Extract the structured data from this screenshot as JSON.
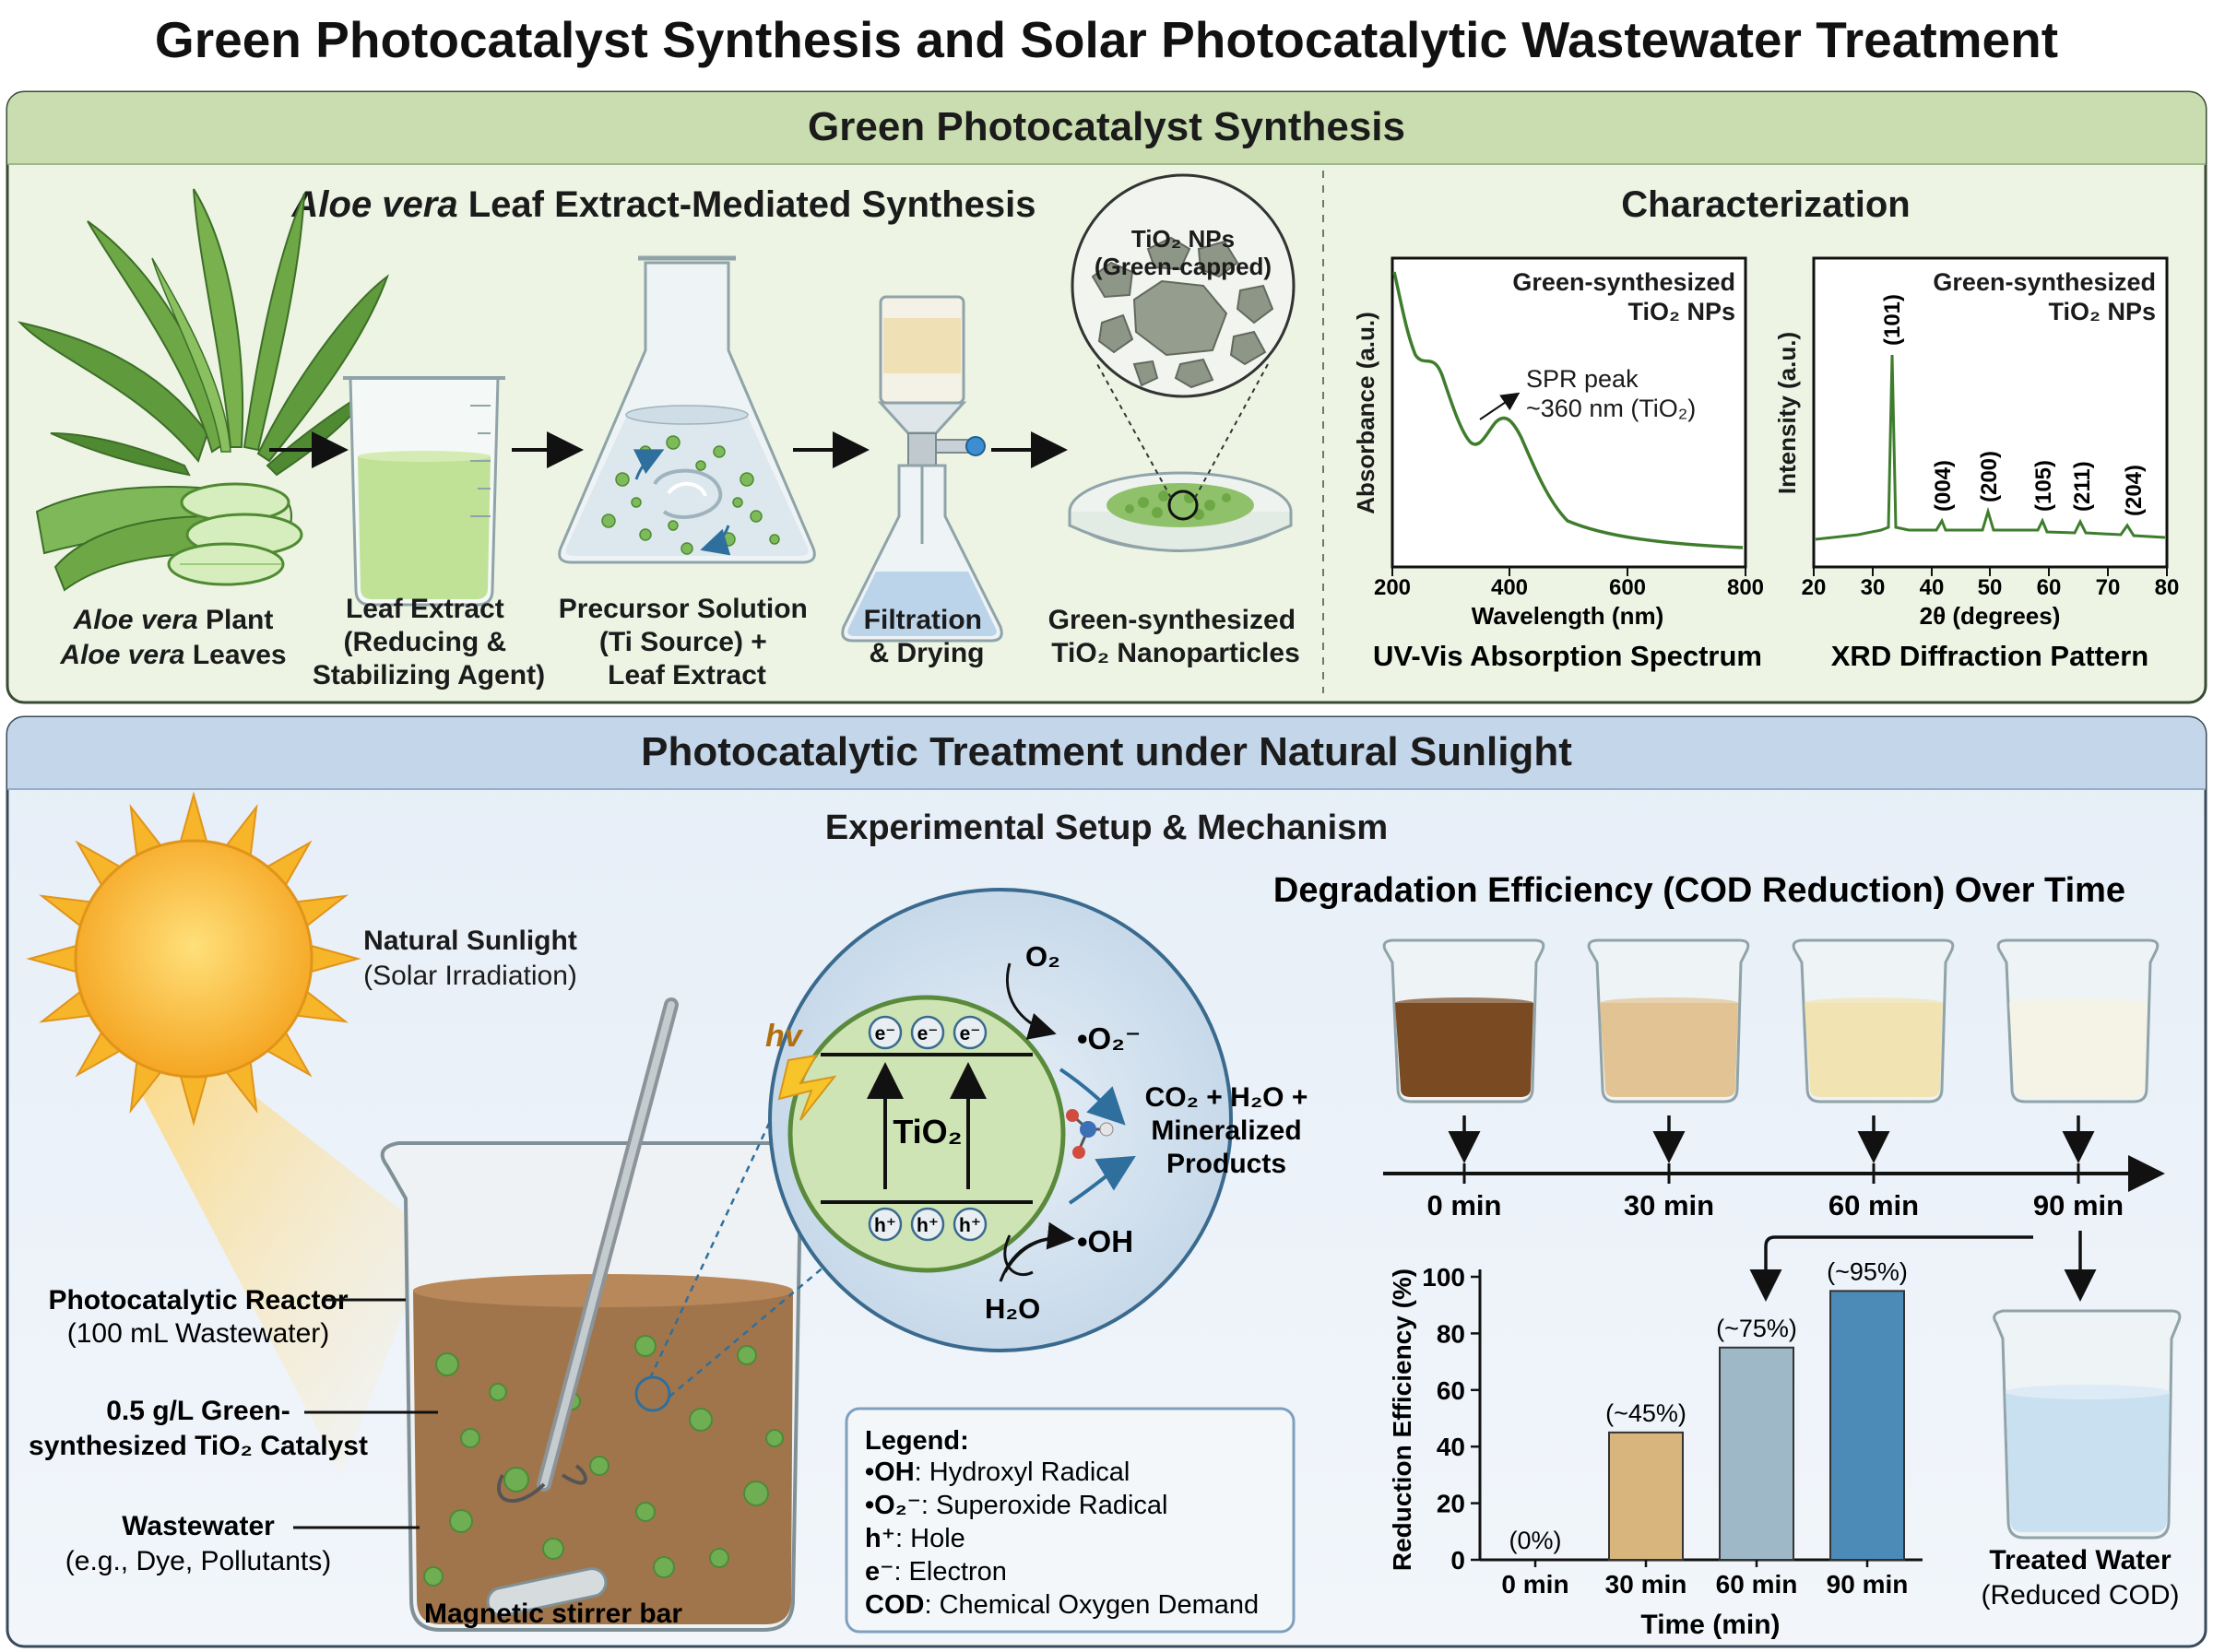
{
  "title": "Green Photocatalyst Synthesis and Solar Photocatalytic Wastewater Treatment",
  "colors": {
    "panel_green": "#e9f1df",
    "header_green": "#c9ddb0",
    "panel_blue": "#e3ecf5",
    "header_blue": "#c3d6ea",
    "curve_green": "#3e7d2c",
    "bar_30": "#d8b57c",
    "bar_60": "#9fb8c7",
    "bar_90": "#4c8ab8",
    "sun": "#f7b52a",
    "wastewater": "#8b5a2b"
  },
  "synthesis": {
    "header": "Green Photocatalyst Synthesis",
    "subtitle_italic": "Aloe vera",
    "subtitle_rest": " Leaf Extract-Mediated Synthesis",
    "steps": [
      {
        "line1_italic": "Aloe vera",
        "line1_rest": " Plant",
        "line2_italic": "Aloe vera",
        "line2_rest": " Leaves"
      },
      {
        "lines": [
          "Leaf Extract",
          "(Reducing &",
          "Stabilizing Agent)"
        ]
      },
      {
        "lines": [
          "Precursor Solution",
          "(Ti Source) +",
          "Leaf Extract"
        ]
      },
      {
        "lines": [
          "Filtration",
          "& Drying"
        ]
      },
      {
        "lines": [
          "Green-synthesized",
          "TiO₂ Nanoparticles"
        ]
      }
    ],
    "zoom_label_1": "TiO₂ NPs",
    "zoom_label_2": "(Green-capped)"
  },
  "characterization": {
    "header": "Characterization",
    "uvvis": {
      "legend_1": "Green-synthesized",
      "legend_2": "TiO₂ NPs",
      "annotation_1": "SPR peak",
      "annotation_2": "~360 nm (TiO₂)",
      "ylabel": "Absorbance (a.u.)",
      "xlabel": "Wavelength (nm)",
      "caption": "UV-Vis Absorption Spectrum",
      "xticks": [
        "200",
        "400",
        "600",
        "800"
      ]
    },
    "xrd": {
      "legend_1": "Green-synthesized",
      "legend_2": "TiO₂ NPs",
      "ylabel": "Intensity (a.u.)",
      "xlabel": "2θ (degrees)",
      "caption": "XRD Diffraction Pattern",
      "xticks": [
        "20",
        "30",
        "40",
        "50",
        "60",
        "70",
        "80"
      ],
      "peaks": [
        "(101)",
        "(004)",
        "(200)",
        "(105)",
        "(211)",
        "(204)"
      ]
    }
  },
  "treatment": {
    "header": "Photocatalytic Treatment under Natural Sunlight",
    "subtitle": "Experimental Setup & Mechanism",
    "sun_label_1": "Natural Sunlight",
    "sun_label_2": "(Solar Irradiation)",
    "reactor_1": "Photocatalytic Reactor",
    "reactor_2": "(100 mL Wastewater)",
    "catalyst_1": "0.5 g/L Green-",
    "catalyst_2": "synthesized TiO₂ Catalyst",
    "wastewater_1": "Wastewater",
    "wastewater_2": "(e.g., Dye, Pollutants)",
    "stirrer": "Magnetic stirrer bar",
    "mechanism": {
      "hv": "hv",
      "tio2": "TiO₂",
      "electron": "e⁻",
      "hole": "h⁺",
      "o2": "O₂",
      "superoxide": "•O₂⁻",
      "h2o": "H₂O",
      "oh": "•OH",
      "products_1": "CO₂ + H₂O +",
      "products_2": "Mineralized",
      "products_3": "Products"
    },
    "legend": {
      "title": "Legend:",
      "items": [
        {
          "sym": "•OH",
          "desc": ": Hydroxyl Radical"
        },
        {
          "sym": "•O₂⁻",
          "desc": ": Superoxide Radical"
        },
        {
          "sym": "h⁺",
          "desc": ": Hole"
        },
        {
          "sym": "e⁻",
          "desc": ": Electron"
        },
        {
          "sym": "COD",
          "desc": ": Chemical Oxygen Demand"
        }
      ]
    },
    "degradation_title": "Degradation Efficiency (COD Reduction) Over Time",
    "timeline": [
      {
        "label": "0 min",
        "water": "#7a4a22"
      },
      {
        "label": "30 min",
        "water": "#e2c394"
      },
      {
        "label": "60 min",
        "water": "#f2e4b2"
      },
      {
        "label": "90 min",
        "water": "#f4f3e6"
      }
    ],
    "treated_1": "Treated Water",
    "treated_2": "(Reduced COD)"
  },
  "chart_data": {
    "type": "bar",
    "categories": [
      "0 min",
      "30 min",
      "60 min",
      "90 min"
    ],
    "values": [
      0,
      45,
      75,
      95
    ],
    "data_labels": [
      "(0%)",
      "(~45%)",
      "(~75%)",
      "(~95%)"
    ],
    "xlabel": "Time (min)",
    "ylabel": "Reduction Efficiency (%)",
    "ylim": [
      0,
      100
    ],
    "yticks": [
      "0",
      "20",
      "40",
      "60",
      "80",
      "100"
    ],
    "bar_colors": [
      "#ffffff",
      "#d8b57c",
      "#9fb8c7",
      "#4c8ab8"
    ]
  }
}
